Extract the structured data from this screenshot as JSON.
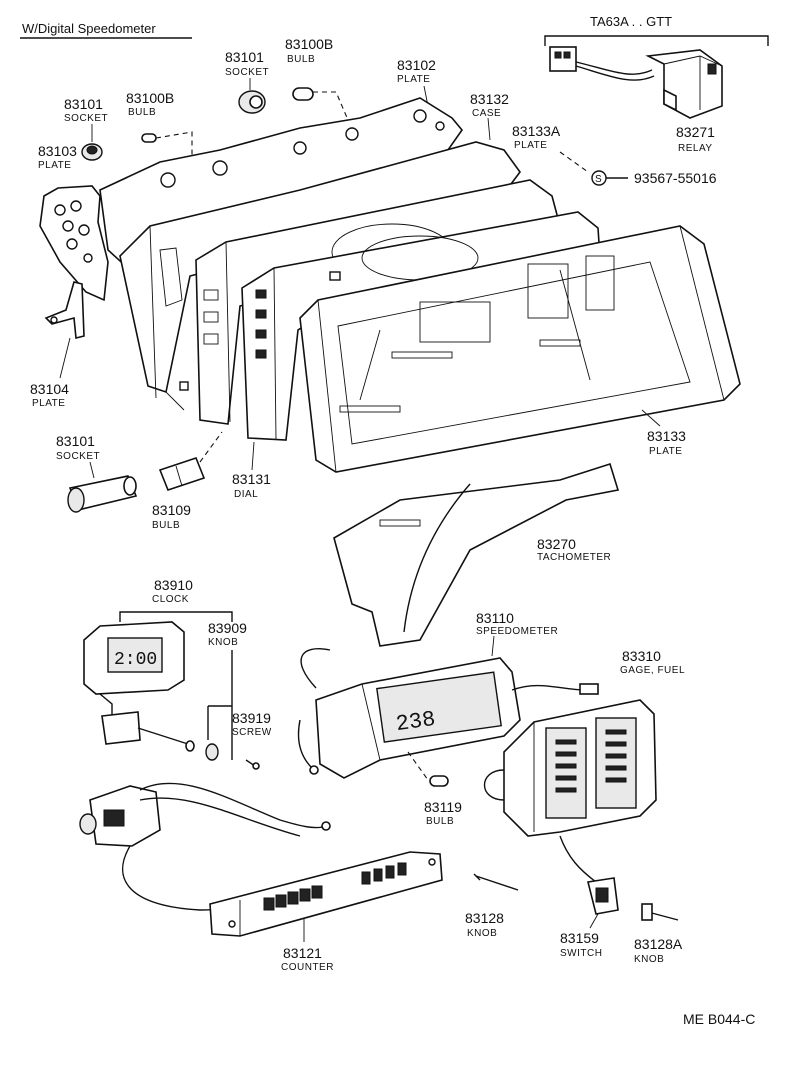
{
  "header": {
    "title": "W/Digital Speedometer",
    "variant": "TA63A . . GTT",
    "doc_code": "ME  B044-C"
  },
  "parts": {
    "p83101a": {
      "num": "83101",
      "name": "SOCKET"
    },
    "p83100b_a": {
      "num": "83100B",
      "name": "BULB"
    },
    "p83102": {
      "num": "83102",
      "name": "PLATE"
    },
    "p83101b": {
      "num": "83101",
      "name": "SOCKET"
    },
    "p83100b_b": {
      "num": "83100B",
      "name": "BULB"
    },
    "p83132": {
      "num": "83132",
      "name": "CASE"
    },
    "p83133a": {
      "num": "83133A",
      "name": "PLATE"
    },
    "p83103": {
      "num": "83103",
      "name": "PLATE"
    },
    "p93567": {
      "num": "93567-55016",
      "name": "S"
    },
    "p83271": {
      "num": "83271",
      "name": "RELAY"
    },
    "p83104": {
      "num": "83104",
      "name": "PLATE"
    },
    "p83101c": {
      "num": "83101",
      "name": "SOCKET"
    },
    "p83109": {
      "num": "83109",
      "name": "BULB"
    },
    "p83131": {
      "num": "83131",
      "name": "DIAL"
    },
    "p83133": {
      "num": "83133",
      "name": "PLATE"
    },
    "p83270": {
      "num": "83270",
      "name": "TACHOMETER"
    },
    "p83910": {
      "num": "83910",
      "name": "CLOCK"
    },
    "p83909": {
      "num": "83909",
      "name": "KNOB"
    },
    "p83110": {
      "num": "83110",
      "name": "SPEEDOMETER"
    },
    "p83310": {
      "num": "83310",
      "name": "GAGE, FUEL"
    },
    "p83919": {
      "num": "83919",
      "name": "SCREW"
    },
    "p83119": {
      "num": "83119",
      "name": "BULB"
    },
    "p83128": {
      "num": "83128",
      "name": "KNOB"
    },
    "p83159": {
      "num": "83159",
      "name": "SWITCH"
    },
    "p83128a": {
      "num": "83128A",
      "name": "KNOB"
    },
    "p83121": {
      "num": "83121",
      "name": "COUNTER"
    }
  },
  "displays": {
    "clock": "2:00",
    "speed": "238"
  }
}
